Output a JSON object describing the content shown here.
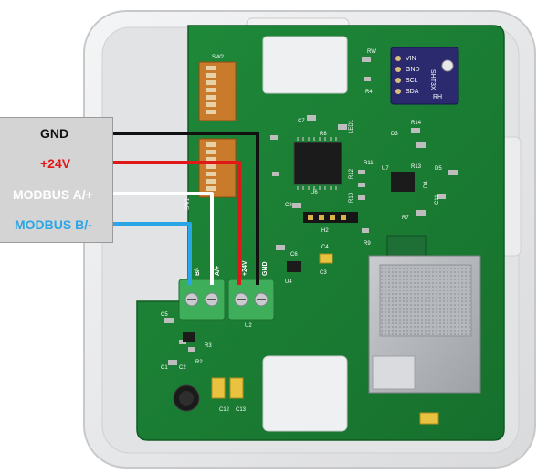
{
  "colors": {
    "gnd_wire": "#111111",
    "v24_wire": "#e01818",
    "modbus_a_wire": "#ffffff",
    "modbus_b_wire": "#2aa6e6",
    "pcb_green": "#1f8a3a",
    "enclosure": "#e8e9eb",
    "terminal_green": "#3fae5a"
  },
  "wiring_legend": {
    "gnd": "GND",
    "v24": "+24V",
    "modbus_a": "MODBUS A/+",
    "modbus_b": "MODBUS B/-"
  },
  "terminal_labels": {
    "b_minus": "B/-",
    "a_plus": "A/+",
    "v24": "+24V",
    "gnd": "GND"
  },
  "sensor_pins": [
    "VIN",
    "GND",
    "SCL",
    "SDA"
  ],
  "sensor_labels": {
    "header": "SHT3X",
    "rh": "RH"
  },
  "silkscreen": {
    "sw2": "SW2",
    "sw1": "SW1",
    "u6": "U6",
    "u7": "U7",
    "h2": "H2",
    "led1": "LED1",
    "c7": "C7",
    "c8": "C8",
    "c6": "C6",
    "c5": "C5",
    "c4": "C4",
    "c3": "C3",
    "c1": "C1",
    "c2": "C2",
    "c11": "C11",
    "r8": "R8",
    "r9": "R9",
    "r10": "R10",
    "r11": "R11",
    "r12": "R12",
    "r13": "R13",
    "r14": "R14",
    "r7": "R7",
    "r3": "R3",
    "r2": "R2",
    "r4": "R4",
    "d3": "D3",
    "d4": "D4",
    "d5": "D5",
    "u4": "U4",
    "u2": "U2",
    "c12": "C12",
    "c13": "C13",
    "rw": "RW"
  }
}
